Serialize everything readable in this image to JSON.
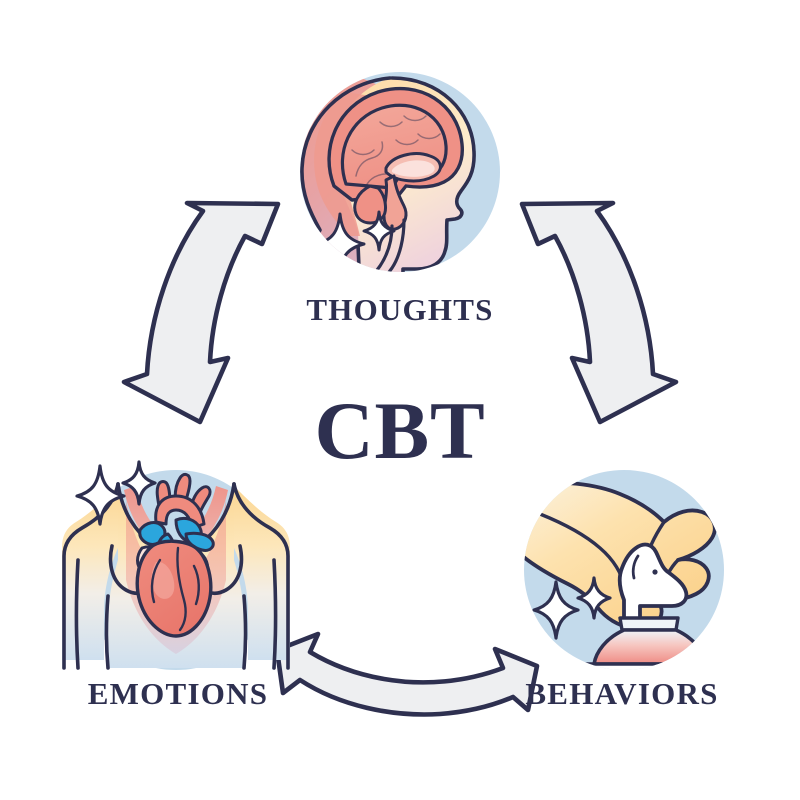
{
  "diagram": {
    "title": "CBT",
    "type": "cyclical-triad-diagram",
    "background_color": "#ffffff",
    "text_color": "#2e3050",
    "nodes": [
      {
        "id": "thoughts",
        "label": "THOUGHTS",
        "icon_name": "head-brain-icon",
        "position": "top",
        "circle_color": "#c3daeb"
      },
      {
        "id": "emotions",
        "label": "EMOTIONS",
        "icon_name": "torso-heart-icon",
        "position": "bottom-left",
        "circle_color": "#c3daeb"
      },
      {
        "id": "behaviors",
        "label": "BEHAVIORS",
        "icon_name": "hand-chess-knight-icon",
        "position": "bottom-right",
        "circle_color": "#c3daeb"
      }
    ],
    "connectors": [
      {
        "id": "thoughts-emotions",
        "from": "thoughts",
        "to": "emotions",
        "style": "double-headed-curved-arrow",
        "fill": "#eeeff1",
        "stroke": "#2e3050"
      },
      {
        "id": "thoughts-behaviors",
        "from": "thoughts",
        "to": "behaviors",
        "style": "double-headed-curved-arrow",
        "fill": "#eeeff1",
        "stroke": "#2e3050"
      },
      {
        "id": "emotions-behaviors",
        "from": "emotions",
        "to": "behaviors",
        "style": "double-headed-curved-arrow",
        "fill": "#eeeff1",
        "stroke": "#2e3050"
      }
    ],
    "palette": {
      "outline": "#2e3050",
      "circle_blue": "#c3daeb",
      "arrow_fill": "#eeeff1",
      "skin_peach": "#fbd9a8",
      "brain_salmon": "#ef9186",
      "brain_pink": "#f0a79c",
      "heart_red": "#e8756a",
      "vessel_blue": "#2ba6dd",
      "knight_white": "#ffffff",
      "sparkle_white": "#ffffff"
    }
  }
}
